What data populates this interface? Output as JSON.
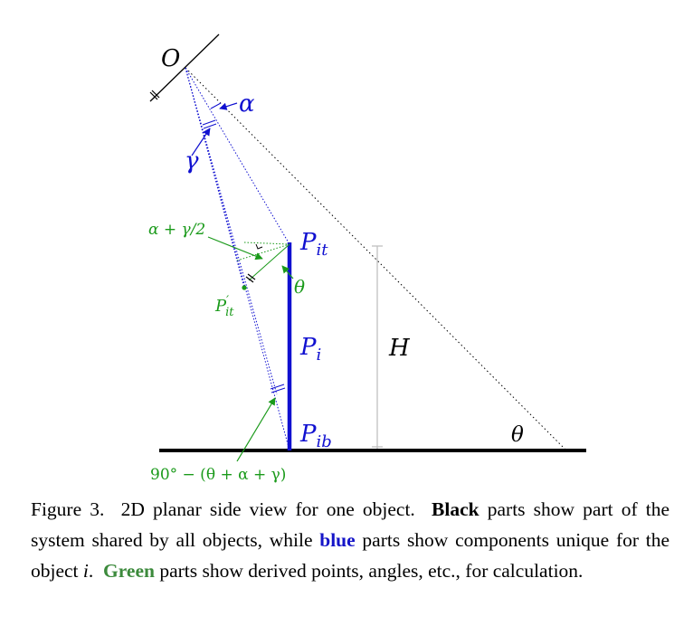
{
  "colors": {
    "black": "#000000",
    "blue": "#1010d0",
    "green": "#1a9a1a",
    "gray": "#c0c0c0",
    "caption_blue": "#1414c8",
    "caption_green": "#3c8a3c"
  },
  "labels": {
    "origin": "O",
    "alpha": "α",
    "gamma": "γ",
    "alpha_gamma_half": "α + γ/2",
    "theta_green": "θ",
    "theta_black": "θ",
    "height": "H",
    "p_it_base": "P",
    "p_it_sub": "it",
    "p_i_base": "P",
    "p_i_sub": "i",
    "p_ib_base": "P",
    "p_ib_sub": "ib",
    "p_it_prime_base": "P",
    "p_it_prime_sup": "′",
    "p_it_prime_sub": "it",
    "bottom_angle": "90° − (θ + α + γ)"
  },
  "caption": {
    "figure_label": "Figure 3.",
    "intro": "2D planar side view for one object.",
    "black_word": "Black",
    "part1": "parts show part of the system shared by all objects, while",
    "blue_word": "blue",
    "part2": "parts show components unique for the object",
    "object_var": "i",
    "part2_end": ".",
    "green_word": "Green",
    "part3": "parts show derived points, angles, etc., for calculation."
  }
}
